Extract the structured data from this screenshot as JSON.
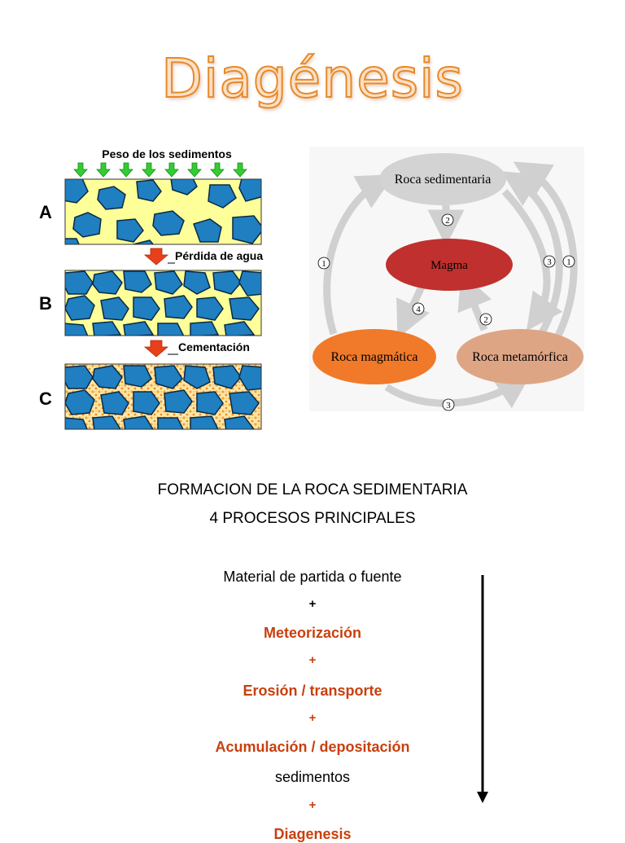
{
  "title": "Diagénesis",
  "left_diagram": {
    "top_label": "Peso de los sedimentos",
    "panels": [
      "A",
      "B",
      "C"
    ],
    "step1": "Pérdida de agua",
    "step2": "Cementación",
    "colors": {
      "grain": "#1f7fc1",
      "matrix": "#ffff99",
      "arrow_down": "#33cc33",
      "arrow_red": "#e8401a",
      "cement": "#f2a23a"
    }
  },
  "rock_cycle": {
    "sed": "Roca sedimentaria",
    "magma": "Magma",
    "mag": "Roca magmática",
    "meta": "Roca metamórfica",
    "labels": {
      "a": "2",
      "b": "1",
      "c": "3",
      "d": "1",
      "e": "4",
      "f": "2",
      "g": "3"
    },
    "colors": {
      "sed": "#d3d3d3",
      "magma": "#c0302e",
      "mag": "#f07a2a",
      "meta": "#dea585",
      "arrow": "#d0d0d0"
    }
  },
  "heading": {
    "line1": "FORMACION DE LA ROCA SEDIMENTARIA",
    "line2": "4 PROCESOS PRINCIPALES"
  },
  "process": {
    "source": "Material de partida o fuente",
    "plus1": "+",
    "weathering": "Meteorización",
    "plus2": "+",
    "erosion": "Erosión / transporte",
    "plus3": "+",
    "deposition": "Acumulación / depositación",
    "sediments": "sedimentos",
    "plus4": "+",
    "diagenesis": "Diagenesis"
  }
}
